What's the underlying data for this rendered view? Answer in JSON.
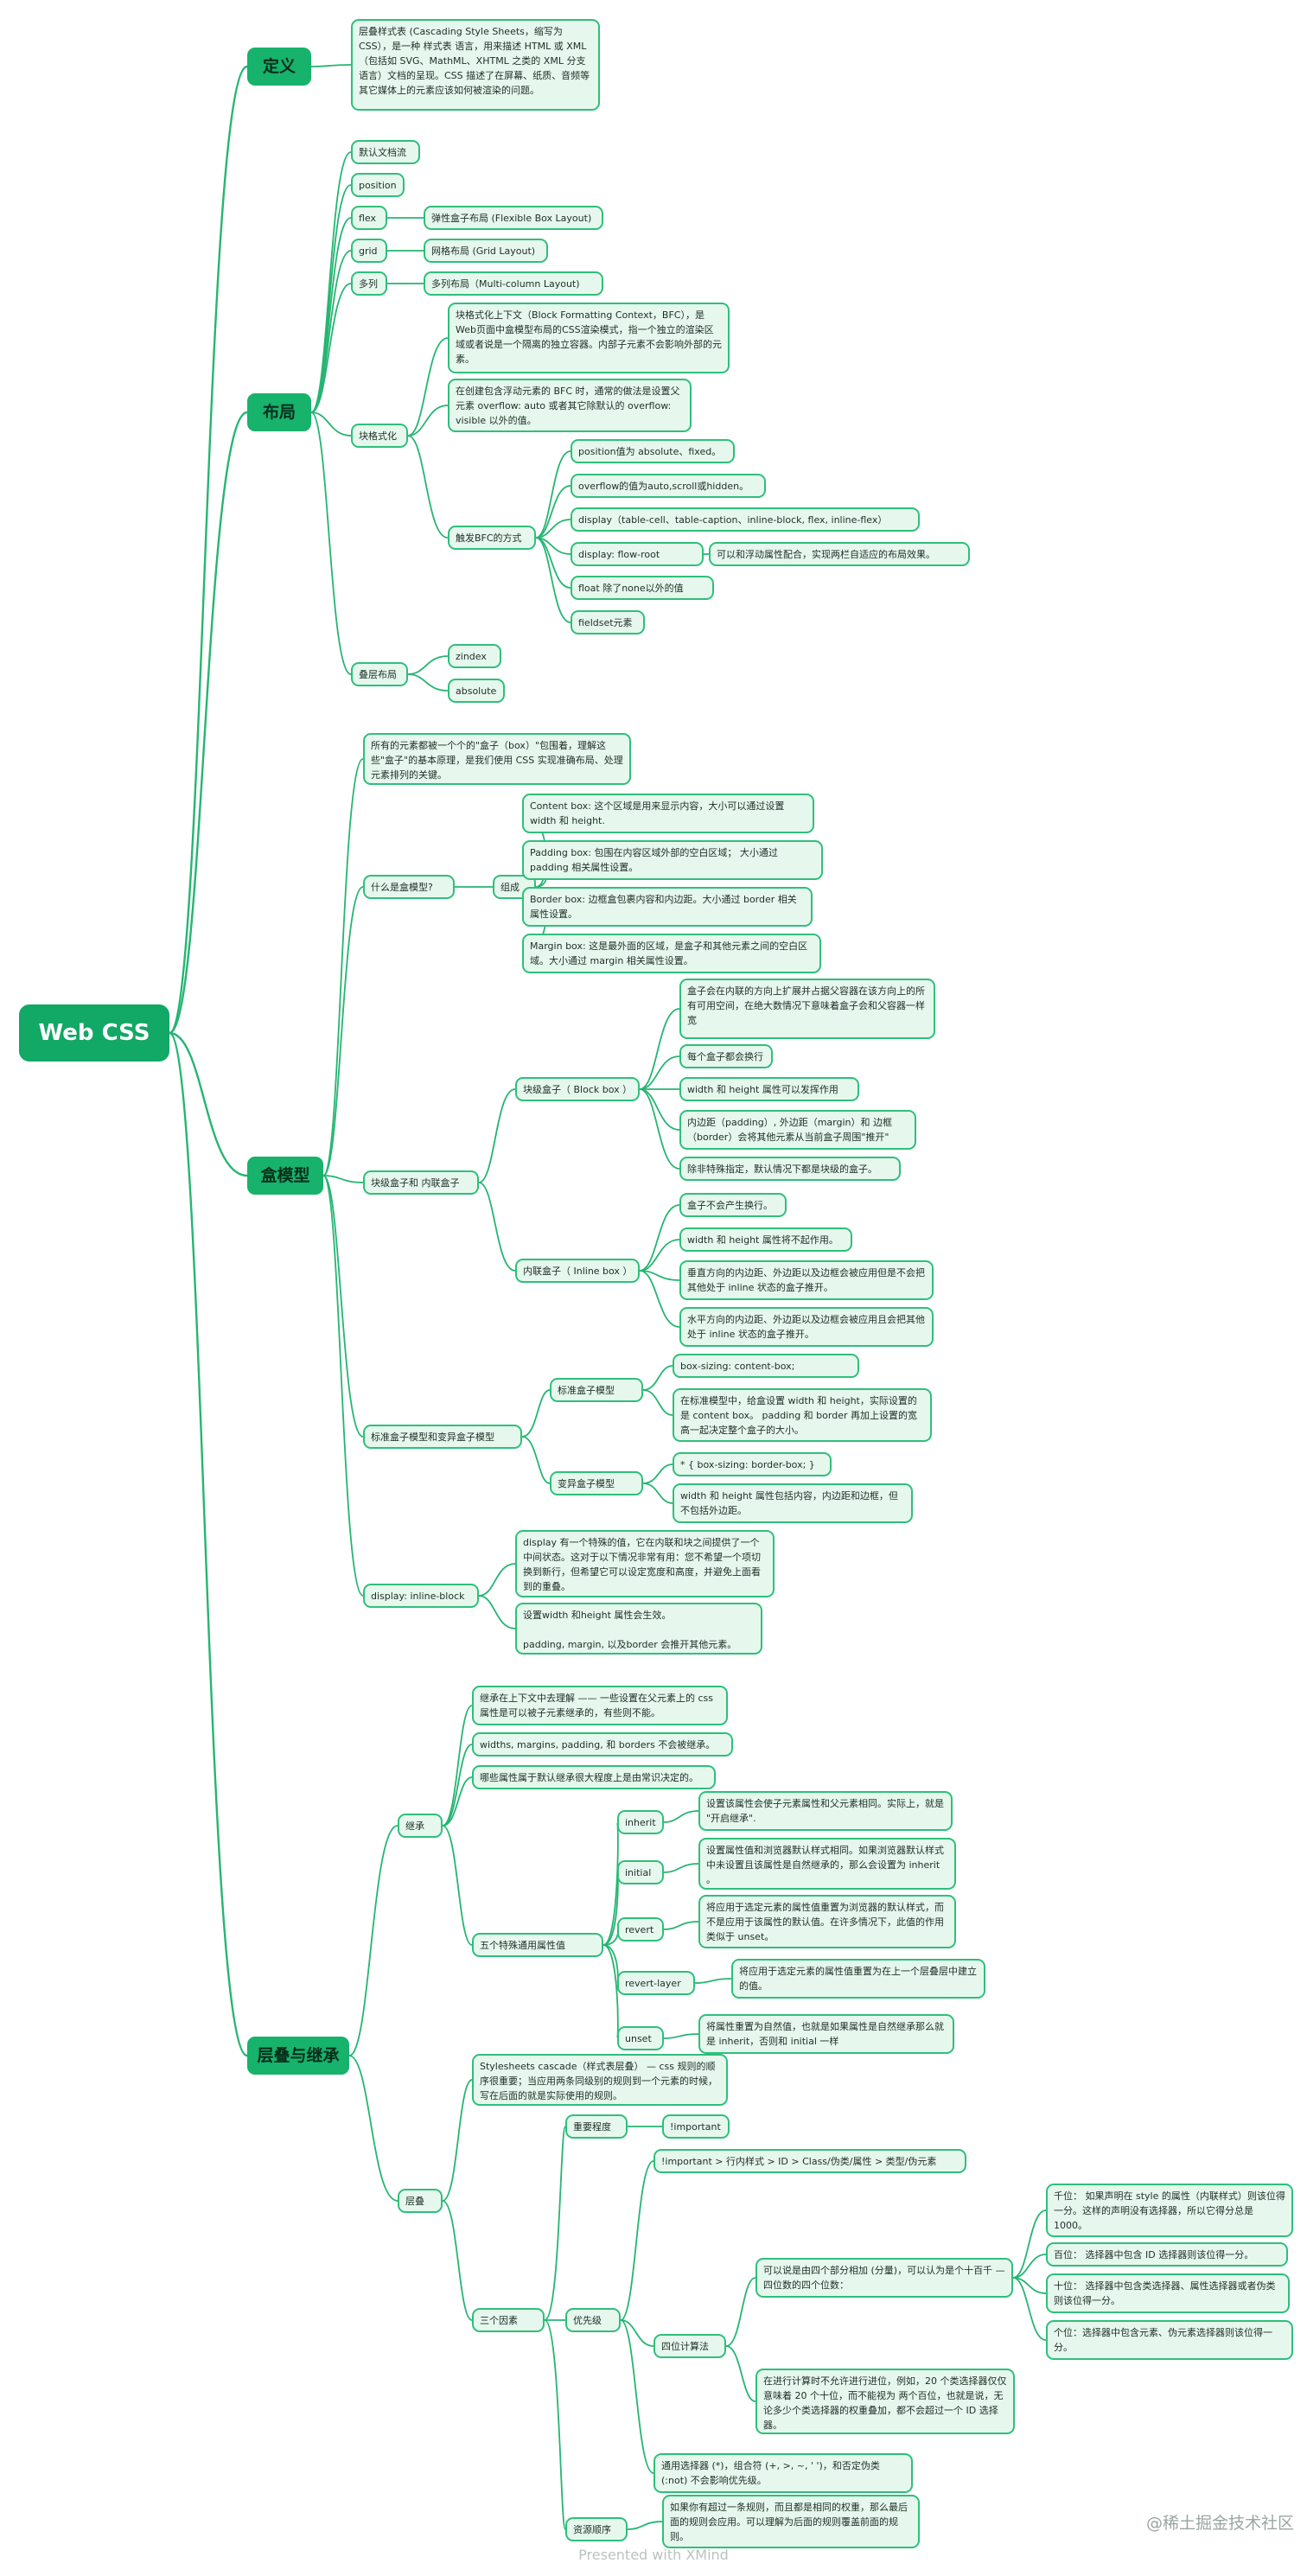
{
  "root": {
    "id": "root",
    "text": "Web CSS"
  },
  "branches": [
    {
      "id": "def",
      "text": "定义",
      "children": [
        {
          "id": "def1",
          "text": "层叠样式表 (Cascading Style Sheets，缩写为 CSS），是一种 样式表 语言，用来描述 HTML 或 XML（包括如 SVG、MathML、XHTML 之类的 XML 分支语言）文档的呈现。CSS 描述了在屏幕、纸质、音频等其它媒体上的元素应该如何被渲染的问题。"
        }
      ]
    },
    {
      "id": "layout",
      "text": "布局",
      "children": [
        {
          "id": "l1",
          "text": "默认文档流"
        },
        {
          "id": "l2",
          "text": "position"
        },
        {
          "id": "l3",
          "text": "flex",
          "children": [
            {
              "id": "l3a",
              "text": "弹性盒子布局 (Flexible Box Layout)"
            }
          ]
        },
        {
          "id": "l4",
          "text": "grid",
          "children": [
            {
              "id": "l4a",
              "text": "网格布局 (Grid Layout)"
            }
          ]
        },
        {
          "id": "l5",
          "text": "多列",
          "children": [
            {
              "id": "l5a",
              "text": "多列布局（Multi-column Layout)"
            }
          ]
        },
        {
          "id": "l6",
          "text": "块格式化",
          "children": [
            {
              "id": "l6a",
              "text": "块格式化上下文（Block Formatting Context，BFC），是Web页面中盒模型布局的CSS渲染模式，指一个独立的渲染区域或者说是一个隔离的独立容器。内部子元素不会影响外部的元素。"
            },
            {
              "id": "l6b",
              "text": "在创建包含浮动元素的 BFC 时，通常的做法是设置父元素 overflow: auto 或者其它除默认的 overflow: visible 以外的值。"
            },
            {
              "id": "l6c",
              "text": "触发BFC的方式",
              "children": [
                {
                  "id": "l6c1",
                  "text": "position值为 absolute、fixed。"
                },
                {
                  "id": "l6c2",
                  "text": "overflow的值为auto,scroll或hidden。"
                },
                {
                  "id": "l6c3",
                  "text": "display（table-cell、table-caption、inline-block, flex, inline-flex）"
                },
                {
                  "id": "l6c4",
                  "text": "display: flow-root",
                  "children": [
                    {
                      "id": "l6c4a",
                      "text": "可以和浮动属性配合，实现两栏自适应的布局效果。"
                    }
                  ]
                },
                {
                  "id": "l6c5",
                  "text": "float 除了none以外的值"
                },
                {
                  "id": "l6c6",
                  "text": "fieldset元素"
                }
              ]
            }
          ]
        },
        {
          "id": "l7",
          "text": "叠层布局",
          "children": [
            {
              "id": "l7a",
              "text": "zindex"
            },
            {
              "id": "l7b",
              "text": "absolute"
            }
          ]
        }
      ]
    },
    {
      "id": "box",
      "text": "盒模型",
      "children": [
        {
          "id": "b1",
          "text": "所有的元素都被一个个的\"盒子（box）\"包围着，理解这些\"盒子\"的基本原理，是我们使用 CSS 实现准确布局、处理元素排列的关键。"
        },
        {
          "id": "b2",
          "text": "什么是盒模型?",
          "children": [
            {
              "id": "b2a",
              "text": "组成",
              "children": [
                {
                  "id": "b2a1",
                  "text": "Content box: 这个区域是用来显示内容，大小可以通过设置 width 和 height."
                },
                {
                  "id": "b2a2",
                  "text": "Padding box: 包围在内容区域外部的空白区域； 大小通过 padding 相关属性设置。"
                },
                {
                  "id": "b2a3",
                  "text": "Border box: 边框盒包裹内容和内边距。大小通过 border 相关属性设置。"
                },
                {
                  "id": "b2a4",
                  "text": "Margin box: 这是最外面的区域，是盒子和其他元素之间的空白区域。大小通过 margin 相关属性设置。"
                }
              ]
            }
          ]
        },
        {
          "id": "b3",
          "text": "块级盒子和 内联盒子",
          "children": [
            {
              "id": "b3a",
              "text": "块级盒子（ Block box ）",
              "children": [
                {
                  "id": "b3a1",
                  "text": "盒子会在内联的方向上扩展并占据父容器在该方向上的所有可用空间，在绝大数情况下意味着盒子会和父容器一样宽"
                },
                {
                  "id": "b3a2",
                  "text": "每个盒子都会换行"
                },
                {
                  "id": "b3a3",
                  "text": "width 和 height 属性可以发挥作用"
                },
                {
                  "id": "b3a4",
                  "text": "内边距（padding）, 外边距（margin）和 边框（border）会将其他元素从当前盒子周围\"推开\""
                },
                {
                  "id": "b3a5",
                  "text": "除非特殊指定，默认情况下都是块级的盒子。"
                }
              ]
            },
            {
              "id": "b3b",
              "text": "内联盒子（ Inline box ）",
              "children": [
                {
                  "id": "b3b1",
                  "text": "盒子不会产生换行。"
                },
                {
                  "id": "b3b2",
                  "text": "width 和 height 属性将不起作用。"
                },
                {
                  "id": "b3b3",
                  "text": "垂直方向的内边距、外边距以及边框会被应用但是不会把其他处于 inline 状态的盒子推开。"
                },
                {
                  "id": "b3b4",
                  "text": "水平方向的内边距、外边距以及边框会被应用且会把其他处于 inline 状态的盒子推开。"
                }
              ]
            }
          ]
        },
        {
          "id": "b4",
          "text": "标准盒子模型和变异盒子模型",
          "children": [
            {
              "id": "b4a",
              "text": "标准盒子模型",
              "children": [
                {
                  "id": "b4a1",
                  "text": "box-sizing: content-box;"
                },
                {
                  "id": "b4a2",
                  "text": "在标准模型中，给盒设置 width 和 height，实际设置的是 content box。 padding 和 border 再加上设置的宽高一起决定整个盒子的大小。"
                }
              ]
            },
            {
              "id": "b4b",
              "text": "变异盒子模型",
              "children": [
                {
                  "id": "b4b1",
                  "text": "* { box-sizing: border-box; }"
                },
                {
                  "id": "b4b2",
                  "text": "width 和 height 属性包括内容，内边距和边框，但不包括外边距。"
                }
              ]
            }
          ]
        },
        {
          "id": "b5",
          "text": "display: inline-block",
          "children": [
            {
              "id": "b5a",
              "text": "display 有一个特殊的值，它在内联和块之间提供了一个中间状态。这对于以下情况非常有用：您不希望一个项切换到新行，但希望它可以设定宽度和高度，并避免上面看到的重叠。"
            },
            {
              "id": "b5b",
              "text": "设置width 和height 属性会生效。\n\npadding, margin, 以及border 会推开其他元素。"
            }
          ]
        }
      ]
    },
    {
      "id": "cas",
      "text": "层叠与继承",
      "children": [
        {
          "id": "c1",
          "text": "继承",
          "children": [
            {
              "id": "c1a",
              "text": "继承在上下文中去理解 —— 一些设置在父元素上的 css 属性是可以被子元素继承的，有些则不能。"
            },
            {
              "id": "c1b",
              "text": "widths, margins, padding, 和 borders 不会被继承。"
            },
            {
              "id": "c1c",
              "text": "哪些属性属于默认继承很大程度上是由常识决定的。"
            },
            {
              "id": "c1d",
              "text": "五个特殊通用属性值",
              "children": [
                {
                  "id": "c1d1",
                  "text": "inherit",
                  "children": [
                    {
                      "id": "c1d1a",
                      "text": "设置该属性会使子元素属性和父元素相同。实际上，就是 \"开启继承\"."
                    }
                  ]
                },
                {
                  "id": "c1d2",
                  "text": "initial",
                  "children": [
                    {
                      "id": "c1d2a",
                      "text": "设置属性值和浏览器默认样式相同。如果浏览器默认样式中未设置且该属性是自然继承的，那么会设置为 inherit 。"
                    }
                  ]
                },
                {
                  "id": "c1d3",
                  "text": "revert",
                  "children": [
                    {
                      "id": "c1d3a",
                      "text": "将应用于选定元素的属性值重置为浏览器的默认样式，而不是应用于该属性的默认值。在许多情况下，此值的作用类似于 unset。"
                    }
                  ]
                },
                {
                  "id": "c1d4",
                  "text": "revert-layer",
                  "children": [
                    {
                      "id": "c1d4a",
                      "text": "将应用于选定元素的属性值重置为在上一个层叠层中建立的值。"
                    }
                  ]
                },
                {
                  "id": "c1d5",
                  "text": "unset",
                  "children": [
                    {
                      "id": "c1d5a",
                      "text": "将属性重置为自然值，也就是如果属性是自然继承那么就是 inherit，否则和 initial 一样"
                    }
                  ]
                }
              ]
            }
          ]
        },
        {
          "id": "c2",
          "text": "层叠",
          "children": [
            {
              "id": "c2a",
              "text": "Stylesheets cascade（样式表层叠） — css 规则的顺序很重要；当应用两条同级别的规则到一个元素的时候，写在后面的就是实际使用的规则。"
            },
            {
              "id": "c2b",
              "text": "三个因素",
              "children": [
                {
                  "id": "c2b1",
                  "text": "重要程度",
                  "children": [
                    {
                      "id": "c2b1a",
                      "text": "!important"
                    }
                  ]
                },
                {
                  "id": "c2b2",
                  "text": "优先级",
                  "children": [
                    {
                      "id": "c2b2a",
                      "text": "!important > 行内样式 > ID > Class/伪类/属性 > 类型/伪元素"
                    },
                    {
                      "id": "c2b2b",
                      "text": "四位计算法",
                      "children": [
                        {
                          "id": "c2b2b1",
                          "text": "可以说是由四个部分相加 (分量)，可以认为是个十百千 — 四位数的四个位数：",
                          "children": [
                            {
                              "id": "c2b2b1a",
                              "text": "千位： 如果声明在 style 的属性（内联样式）则该位得一分。这样的声明没有选择器，所以它得分总是 1000。"
                            },
                            {
                              "id": "c2b2b1b",
                              "text": "百位： 选择器中包含 ID 选择器则该位得一分。"
                            },
                            {
                              "id": "c2b2b1c",
                              "text": "十位： 选择器中包含类选择器、属性选择器或者伪类则该位得一分。"
                            },
                            {
                              "id": "c2b2b1d",
                              "text": "个位：选择器中包含元素、伪元素选择器则该位得一分。"
                            }
                          ]
                        },
                        {
                          "id": "c2b2b2",
                          "text": "在进行计算时不允许进行进位，例如，20 个类选择器仅仅意味着 20 个十位，而不能视为 两个百位，也就是说，无论多少个类选择器的权重叠加，都不会超过一个 ID 选择器。"
                        }
                      ]
                    },
                    {
                      "id": "c2b2c",
                      "text": "通用选择器 (*)，组合符 (+, >, ~, ' ')，和否定伪类 (:not) 不会影响优先级。"
                    }
                  ]
                },
                {
                  "id": "c2b3",
                  "text": "资源顺序",
                  "children": [
                    {
                      "id": "c2b3a",
                      "text": "如果你有超过一条规则，而且都是相同的权重，那么最后面的规则会应用。可以理解为后面的规则覆盖前面的规则。"
                    }
                  ]
                }
              ]
            }
          ]
        }
      ]
    }
  ],
  "footer": "Presented with XMind",
  "watermark": "@稀土掘金技术社区",
  "colors": {
    "line": "#26b572",
    "root": "#12a866",
    "main": "#17b26c",
    "node_bg": "#e6f8ee",
    "node_border": "#2fbf7b"
  }
}
